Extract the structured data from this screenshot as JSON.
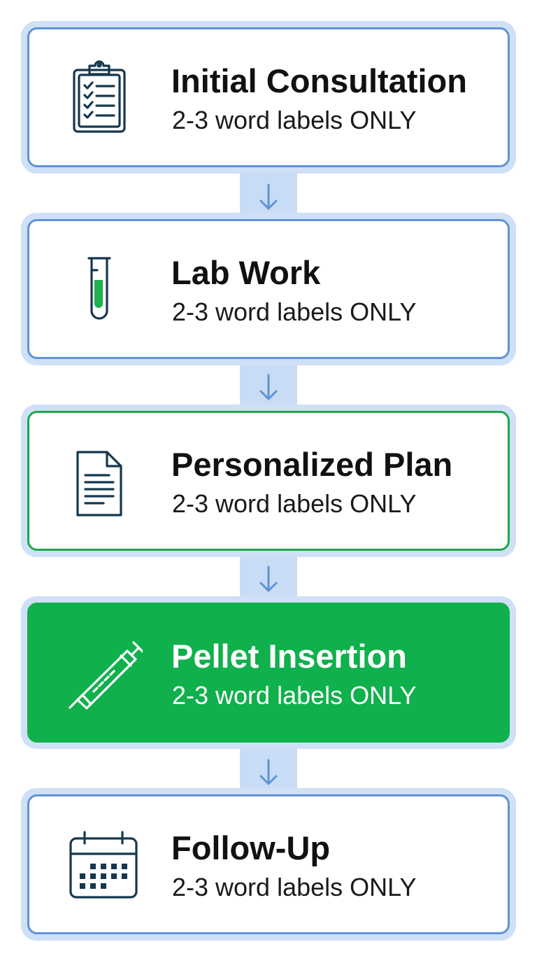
{
  "steps": [
    {
      "title": "Initial Consultation",
      "subtitle": "2-3 word labels ONLY",
      "icon": "clipboard-checklist-icon"
    },
    {
      "title": "Lab Work",
      "subtitle": "2-3 word labels ONLY",
      "icon": "test-tube-icon"
    },
    {
      "title": "Personalized Plan",
      "subtitle": "2-3 word labels ONLY",
      "icon": "document-icon"
    },
    {
      "title": "Pellet Insertion",
      "subtitle": "2-3 word labels ONLY",
      "icon": "syringe-icon"
    },
    {
      "title": "Follow-Up",
      "subtitle": "2-3 word labels ONLY",
      "icon": "calendar-icon"
    }
  ],
  "active_step": "Pellet Insertion",
  "colors": {
    "card_border": "#5f93d6",
    "card_halo": "#cfe0f7",
    "plan_border": "#1fa64a",
    "active_fill": "#10b04c",
    "icon_stroke": "#15384f",
    "tube_liquid": "#1fb04f"
  }
}
